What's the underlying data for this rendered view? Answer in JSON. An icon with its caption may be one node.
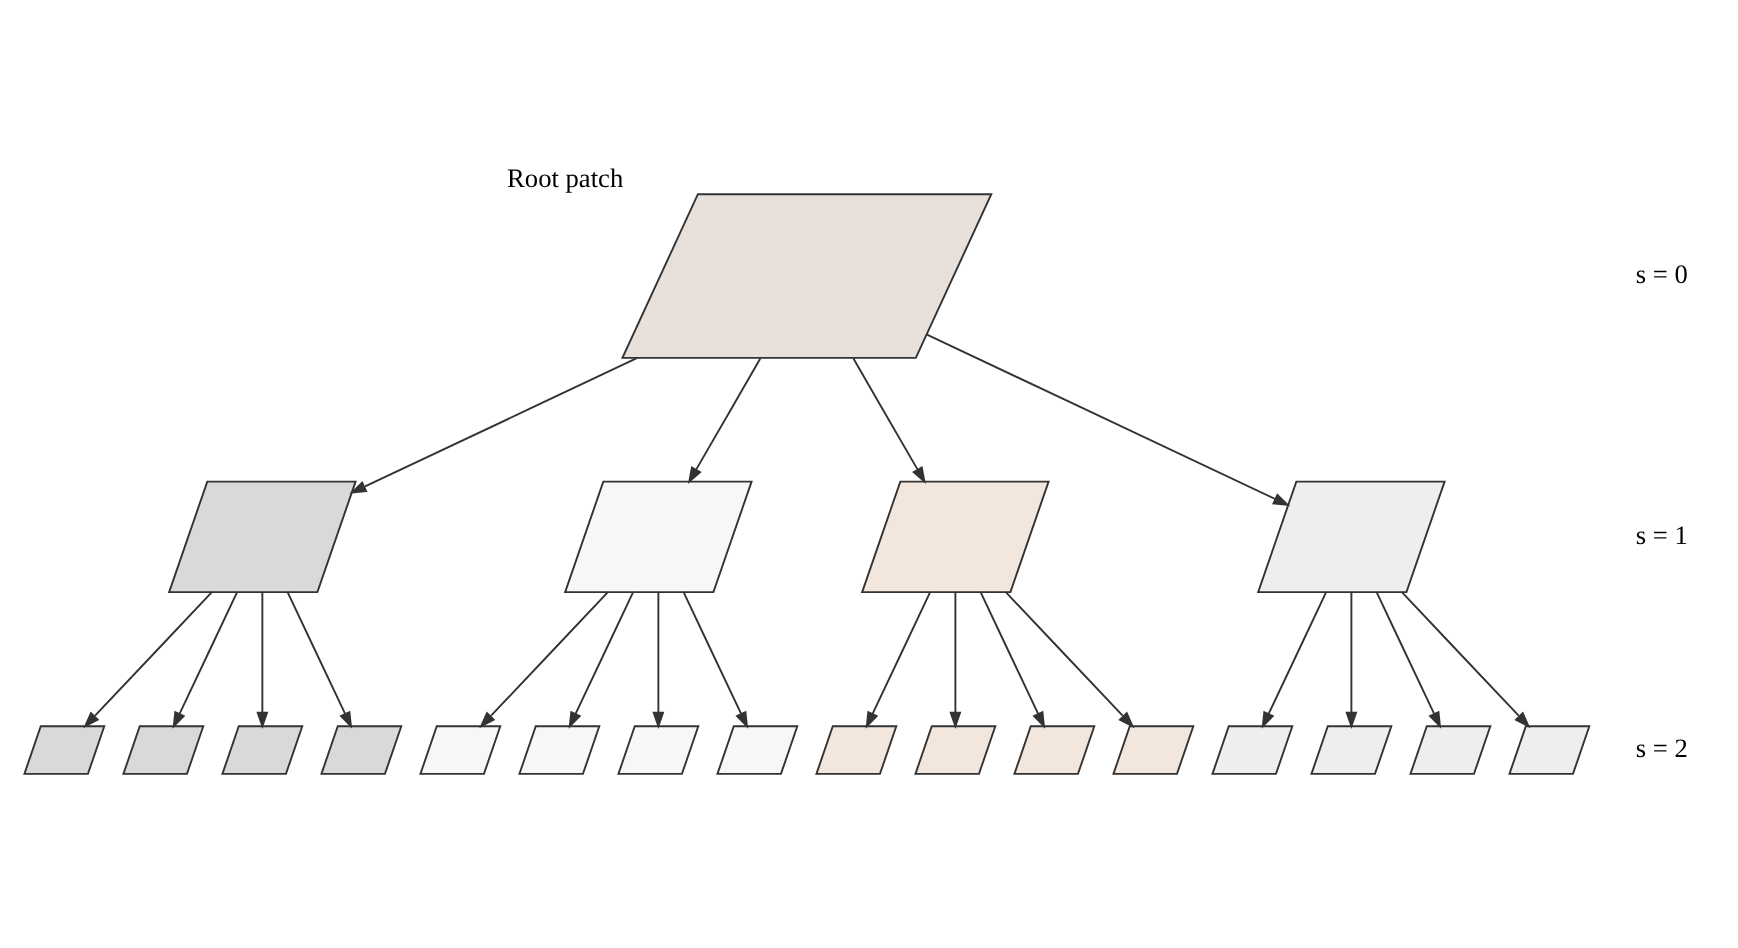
{
  "diagram": {
    "nodes": [
      {
        "text": [],
        "shape": "parallelogram",
        "beside": [
          "Root patch"
        ]
      },
      {
        "text": [],
        "shape": "parallelogram"
      },
      {
        "text": [],
        "shape": "parallelogram"
      },
      {
        "text": [],
        "shape": "parallelogram"
      },
      {
        "text": [],
        "shape": "parallelogram"
      },
      {
        "text": [],
        "shape": "parallelogram"
      },
      {
        "text": [],
        "shape": "parallelogram"
      },
      {
        "text": [],
        "shape": "parallelogram"
      },
      {
        "text": [],
        "shape": "parallelogram"
      },
      {
        "text": [],
        "shape": "parallelogram"
      },
      {
        "text": [],
        "shape": "parallelogram"
      },
      {
        "text": [],
        "shape": "parallelogram"
      },
      {
        "text": [],
        "shape": "parallelogram"
      },
      {
        "text": [],
        "shape": "parallelogram"
      },
      {
        "text": [],
        "shape": "parallelogram"
      },
      {
        "text": [],
        "shape": "parallelogram"
      },
      {
        "text": [],
        "shape": "parallelogram"
      },
      {
        "text": [],
        "shape": "parallelogram"
      },
      {
        "text": [],
        "shape": "parallelogram"
      },
      {
        "text": [],
        "shape": "parallelogram"
      },
      {
        "text": [],
        "shape": "parallelogram"
      }
    ],
    "edges": [
      {
        "from": 0,
        "to": 1,
        "arrow": "to"
      },
      {
        "from": 0,
        "to": 2,
        "arrow": "to"
      },
      {
        "from": 0,
        "to": 3,
        "arrow": "to"
      },
      {
        "from": 0,
        "to": 4,
        "arrow": "to"
      },
      {
        "from": 1,
        "to": 5,
        "arrow": "to"
      },
      {
        "from": 1,
        "to": 6,
        "arrow": "to"
      },
      {
        "from": 1,
        "to": 7,
        "arrow": "to"
      },
      {
        "from": 1,
        "to": 8,
        "arrow": "to"
      },
      {
        "from": 2,
        "to": 9,
        "arrow": "to"
      },
      {
        "from": 2,
        "to": 10,
        "arrow": "to"
      },
      {
        "from": 2,
        "to": 11,
        "arrow": "to"
      },
      {
        "from": 2,
        "to": 12,
        "arrow": "to"
      },
      {
        "from": 3,
        "to": 13,
        "arrow": "to"
      },
      {
        "from": 3,
        "to": 14,
        "arrow": "to"
      },
      {
        "from": 3,
        "to": 15,
        "arrow": "to"
      },
      {
        "from": 3,
        "to": 16,
        "arrow": "to"
      },
      {
        "from": 4,
        "to": 17,
        "arrow": "to"
      },
      {
        "from": 4,
        "to": 18,
        "arrow": "to"
      },
      {
        "from": 4,
        "to": 19,
        "arrow": "to"
      },
      {
        "from": 4,
        "to": 20,
        "arrow": "to"
      }
    ],
    "labels": [
      "s = 0",
      "s = 1",
      "s = 2"
    ]
  }
}
